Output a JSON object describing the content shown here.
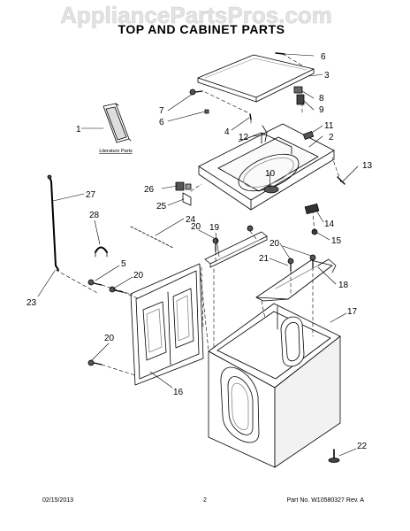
{
  "watermark": "AppliancePartsPros.com",
  "title": "TOP AND CABINET PARTS",
  "literature_label": "Literature Parts",
  "callouts": [
    "1",
    "2",
    "3",
    "4",
    "5",
    "6",
    "7",
    "8",
    "9",
    "10",
    "11",
    "12",
    "13",
    "14",
    "15",
    "16",
    "17",
    "18",
    "19",
    "20",
    "21",
    "22",
    "23",
    "24",
    "25",
    "26",
    "27",
    "28"
  ],
  "footer": {
    "date": "02/15/2013",
    "page": "2",
    "part_no": "Part No.  W10580327  Rev.  A"
  }
}
